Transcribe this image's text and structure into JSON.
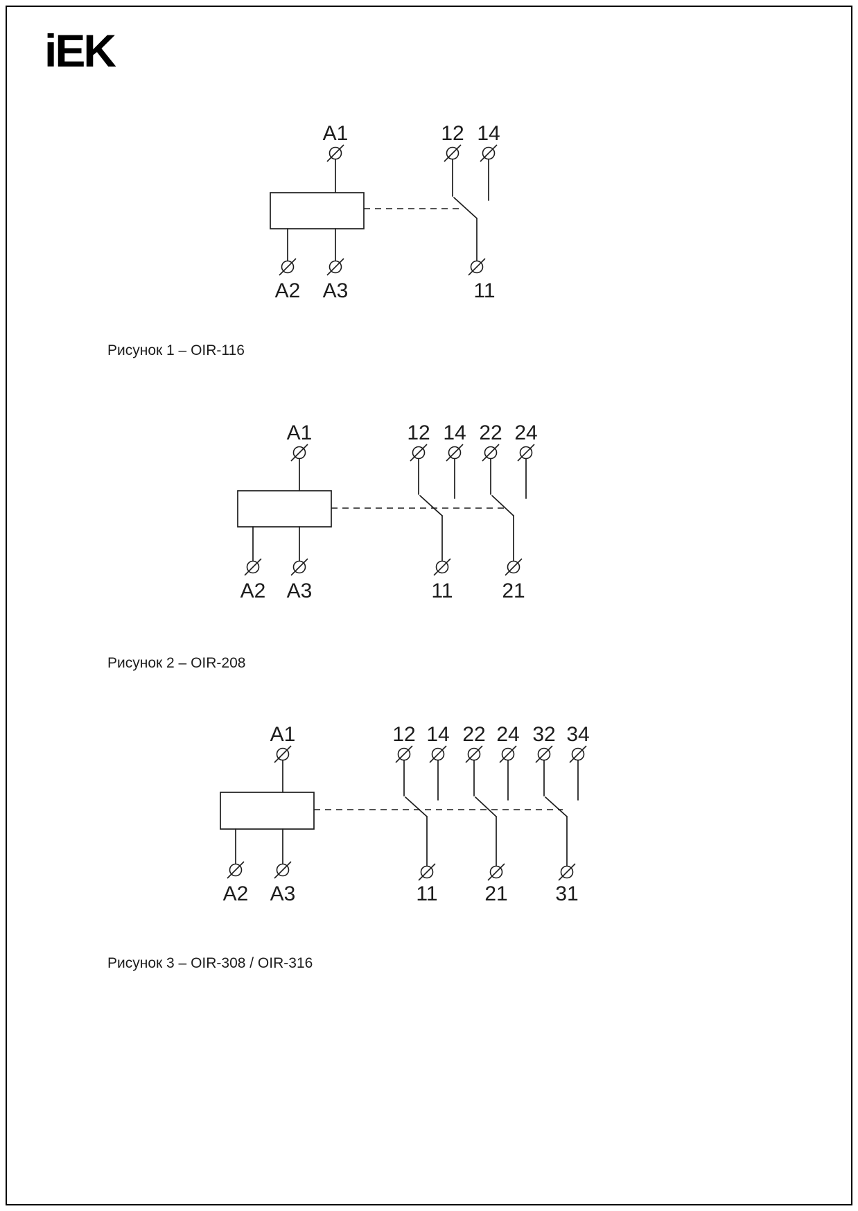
{
  "page": {
    "brand": "iEK"
  },
  "figures": [
    {
      "caption": "Рисунок 1 – OIR-116",
      "coil_top": "A1",
      "coil_bottom": [
        "A2",
        "A3"
      ],
      "contacts_top": [
        "12",
        "14"
      ],
      "contacts_bottom": [
        "11"
      ]
    },
    {
      "caption": "Рисунок 2 – OIR-208",
      "coil_top": "A1",
      "coil_bottom": [
        "A2",
        "A3"
      ],
      "contacts_top": [
        "12",
        "14",
        "22",
        "24"
      ],
      "contacts_bottom": [
        "11",
        "21"
      ]
    },
    {
      "caption": "Рисунок 3 – OIR-308 / OIR-316",
      "coil_top": "A1",
      "coil_bottom": [
        "A2",
        "A3"
      ],
      "contacts_top": [
        "12",
        "14",
        "22",
        "24",
        "32",
        "34"
      ],
      "contacts_bottom": [
        "11",
        "21",
        "31"
      ]
    }
  ]
}
